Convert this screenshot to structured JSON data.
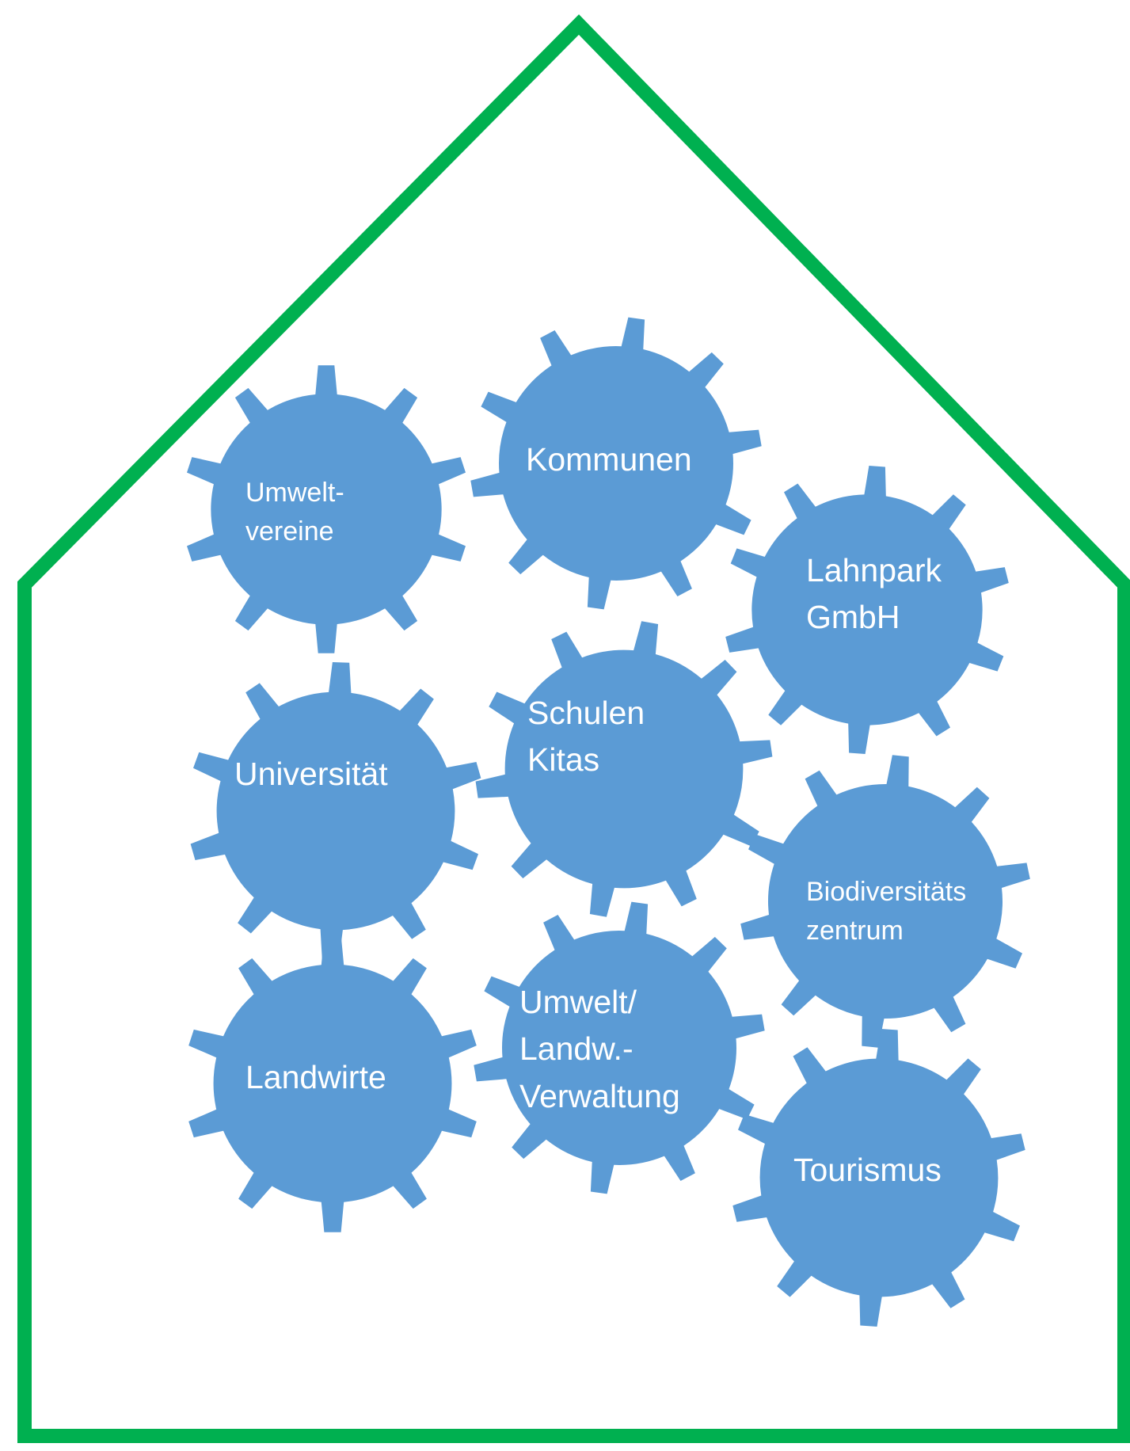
{
  "colors": {
    "house_outline": "#00b050",
    "gear_fill": "#5b9bd5",
    "label_text": "#ffffff",
    "background": "#ffffff"
  },
  "gears": [
    {
      "id": "umweltvereine",
      "lines": [
        "Umwelt-",
        "vereine"
      ]
    },
    {
      "id": "kommunen",
      "lines": [
        "Kommunen"
      ]
    },
    {
      "id": "lahnpark",
      "lines": [
        "Lahnpark",
        "GmbH"
      ]
    },
    {
      "id": "universitaet",
      "lines": [
        "Universität"
      ]
    },
    {
      "id": "schulen",
      "lines": [
        "Schulen",
        "Kitas"
      ]
    },
    {
      "id": "biodiversitaet",
      "lines": [
        "Biodiversitäts",
        "zentrum"
      ]
    },
    {
      "id": "landwirte",
      "lines": [
        "Landwirte"
      ]
    },
    {
      "id": "verwaltung",
      "lines": [
        "Umwelt/",
        "Landw.-",
        "Verwaltung"
      ]
    },
    {
      "id": "tourismus",
      "lines": [
        "Tourismus"
      ]
    }
  ]
}
